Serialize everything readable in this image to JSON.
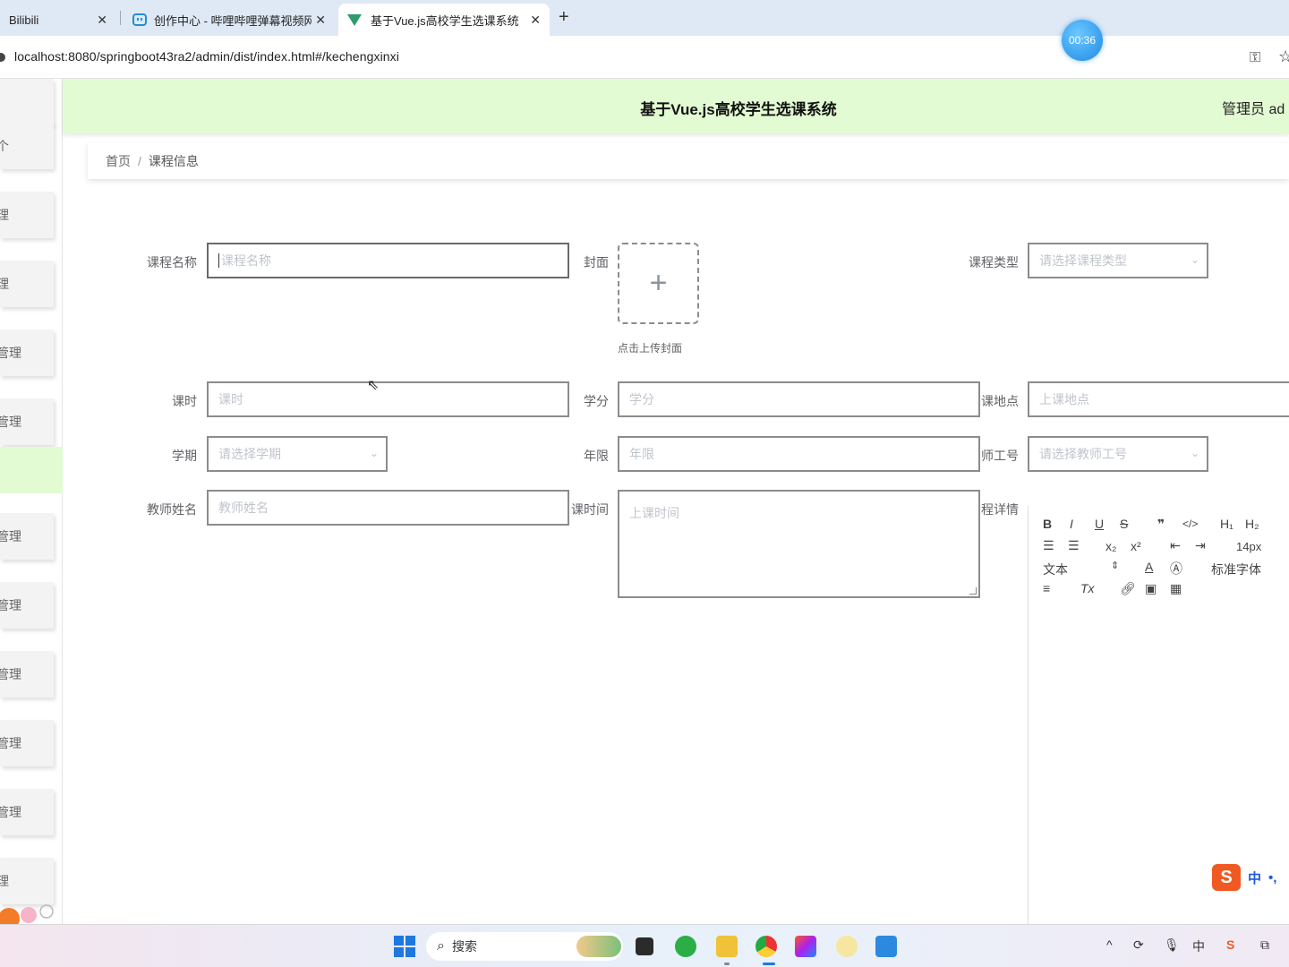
{
  "browser": {
    "tabs": [
      {
        "title": "Bilibili",
        "close": "✕"
      },
      {
        "title": "创作中心 - 哔哩哔哩弹幕视频网",
        "close": "✕"
      },
      {
        "title": "基于Vue.js高校学生选课系统",
        "close": "✕"
      }
    ],
    "new_tab": "+",
    "url": "localhost:8080/springboot43ra2/admin/dist/index.html#/kechengxinxi",
    "timer": "00:36"
  },
  "sidebar": {
    "items": [
      {
        "label": ""
      },
      {
        "label": "个"
      },
      {
        "label": "理"
      },
      {
        "label": "理"
      },
      {
        "label": "管理"
      },
      {
        "label": "管理"
      },
      {
        "label": ""
      },
      {
        "label": "管理"
      },
      {
        "label": "管理"
      },
      {
        "label": "管理"
      },
      {
        "label": "管理"
      },
      {
        "label": "管理"
      },
      {
        "label": "理"
      }
    ]
  },
  "header": {
    "title": "基于Vue.js高校学生选课系统",
    "user": "管理员 ad"
  },
  "breadcrumb": {
    "home": "首页",
    "separator": "/",
    "current": "课程信息"
  },
  "form": {
    "course_name": {
      "label": "课程名称",
      "placeholder": "课程名称"
    },
    "cover": {
      "label": "封面",
      "plus": "+",
      "tip": "点击上传封面"
    },
    "course_type": {
      "label": "课程类型",
      "placeholder": "请选择课程类型"
    },
    "hours": {
      "label": "课时",
      "placeholder": "课时"
    },
    "credit": {
      "label": "学分",
      "placeholder": "学分"
    },
    "location": {
      "label": "课地点",
      "placeholder": "上课地点"
    },
    "semester": {
      "label": "学期",
      "placeholder": "请选择学期"
    },
    "years": {
      "label": "年限",
      "placeholder": "年限"
    },
    "teacher_no": {
      "label": "师工号",
      "placeholder": "请选择教师工号"
    },
    "teacher_name": {
      "label": "教师姓名",
      "placeholder": "教师姓名"
    },
    "class_time": {
      "label": "课时间",
      "placeholder": "上课时间"
    },
    "detail": {
      "label": "程详情"
    }
  },
  "editor": {
    "row1": [
      "B",
      "I",
      "U",
      "S",
      "❞",
      "</>",
      "H₁",
      "H₂"
    ],
    "sub": "x₂",
    "sup": "x²",
    "font_size": "14px",
    "text_style": "文本",
    "font_family": "标准字体"
  },
  "ime": {
    "mode": "中",
    "punct": "•,"
  },
  "taskbar": {
    "search": "搜索",
    "tray_lang": "中"
  },
  "colors": {
    "header_bg": "#e2fbd2",
    "sidebar_active": "#e2fbd2",
    "field_border": "#8c8c8c",
    "placeholder": "#c0c4cc"
  }
}
